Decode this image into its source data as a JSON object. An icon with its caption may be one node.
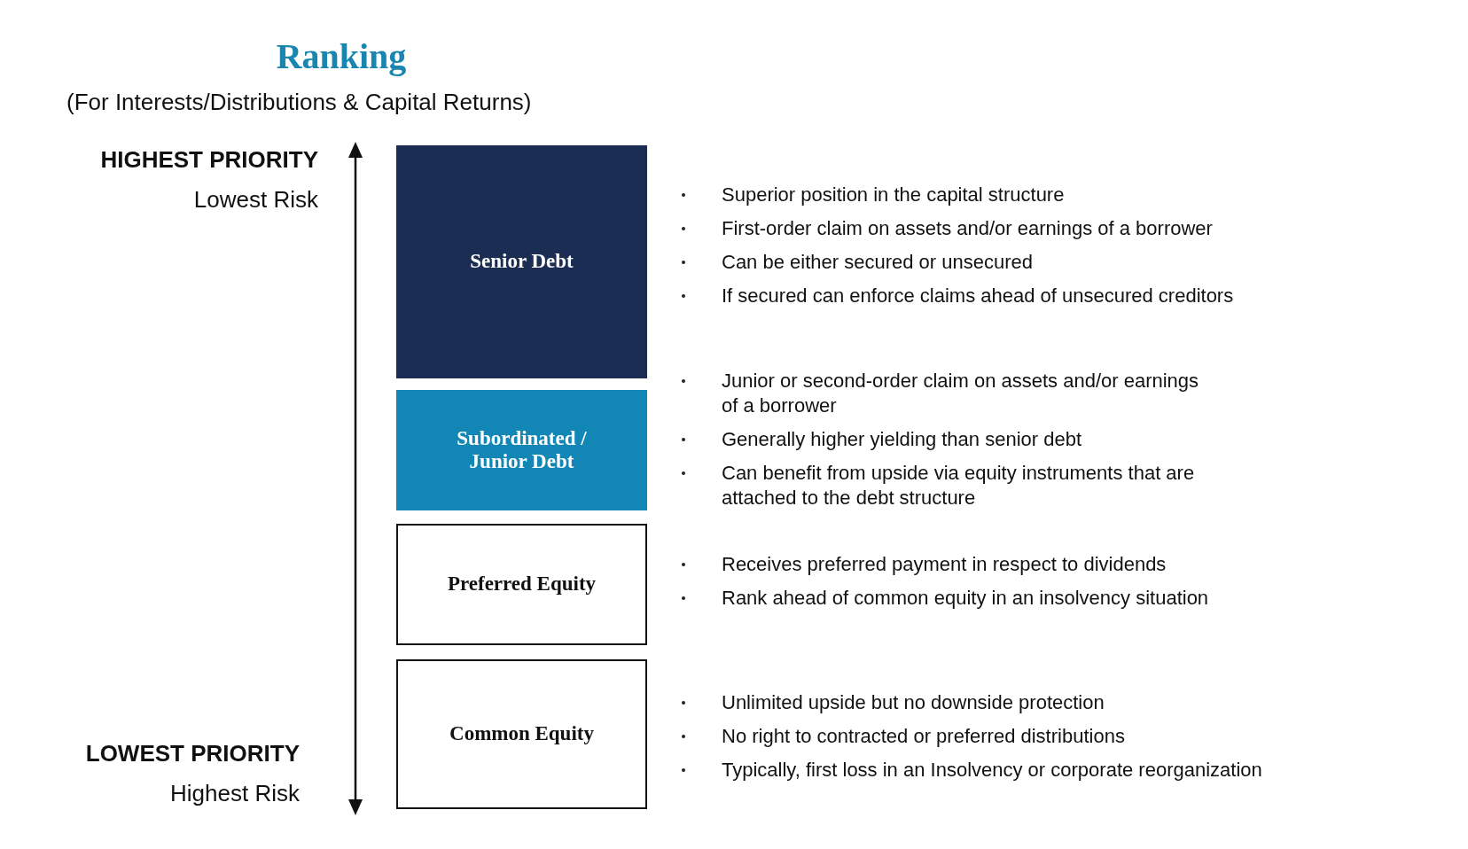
{
  "diagram": {
    "title": "Ranking",
    "nodes": [
      {
        "text": [
          "Senior Debt"
        ],
        "beside": [
          "Superior position in the capital structure",
          "First-order claim on assets and/or earnings of a borrower",
          "Can be either secured or unsecured",
          "If secured can enforce claims ahead of unsecured creditors"
        ]
      },
      {
        "text": [
          "Subordinated / Junior Debt"
        ],
        "beside": [
          "Junior or second-order claim on assets and/or earnings of a borrower",
          "Generally higher yielding than senior debt",
          "Can benefit from upside via equity instruments that are attached to the debt structure"
        ]
      },
      {
        "text": [
          "Preferred Equity"
        ],
        "beside": [
          "Receives preferred payment in respect to dividends",
          "Rank ahead of common equity in an insolvency situation"
        ]
      },
      {
        "text": [
          "Common Equity"
        ],
        "beside": [
          "Unlimited upside but no downside protection",
          "No right to contracted or preferred distributions",
          "Typically, first loss in an Insolvency or corporate reorganization"
        ]
      }
    ],
    "labels": [
      "(For Interests/Distributions & Capital Returns)",
      "HIGHEST PRIORITY",
      "Lowest Risk",
      "LOWEST PRIORITY",
      "Highest Risk"
    ]
  }
}
